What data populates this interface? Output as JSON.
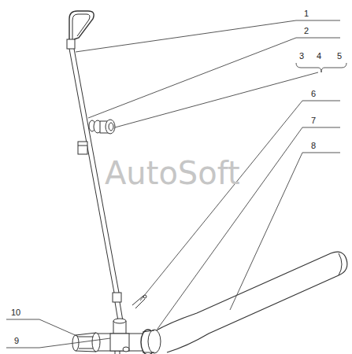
{
  "diagram": {
    "labels": [
      "1",
      "2",
      "3",
      "4",
      "5",
      "6",
      "7",
      "8",
      "9",
      "10",
      "AutoSoft"
    ]
  }
}
